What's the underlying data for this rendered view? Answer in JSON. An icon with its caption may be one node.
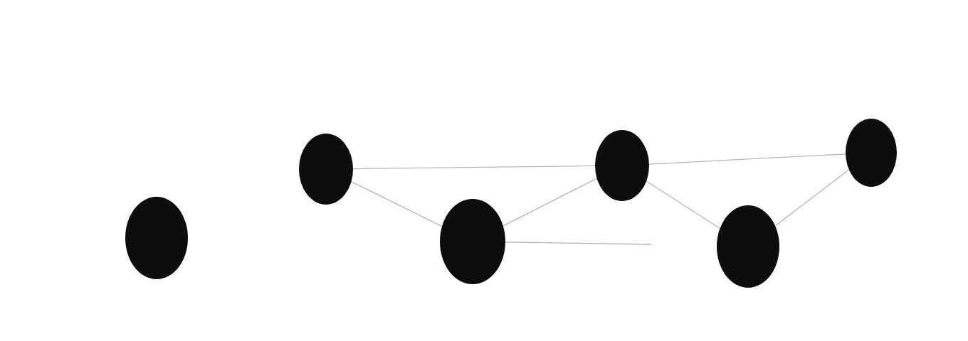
{
  "diagram": {
    "nodes": [
      {
        "text": [],
        "shape": "circle"
      },
      {
        "text": [],
        "shape": "circle"
      },
      {
        "text": [],
        "shape": "circle"
      },
      {
        "text": [],
        "shape": "circle"
      },
      {
        "text": [],
        "shape": "circle"
      },
      {
        "text": [],
        "shape": "circle"
      }
    ],
    "edges": [
      {
        "from": 1,
        "to": 3,
        "arrow": "none"
      },
      {
        "from": 1,
        "to": 2,
        "arrow": "none"
      },
      {
        "from": 2,
        "to": 3,
        "arrow": "none"
      },
      {
        "from": 3,
        "to": 5,
        "arrow": "none"
      },
      {
        "from": 3,
        "to": 4,
        "arrow": "none"
      },
      {
        "from": 4,
        "to": 5,
        "arrow": "none"
      },
      {
        "from": 2,
        "to": null,
        "arrow": "none"
      }
    ]
  }
}
